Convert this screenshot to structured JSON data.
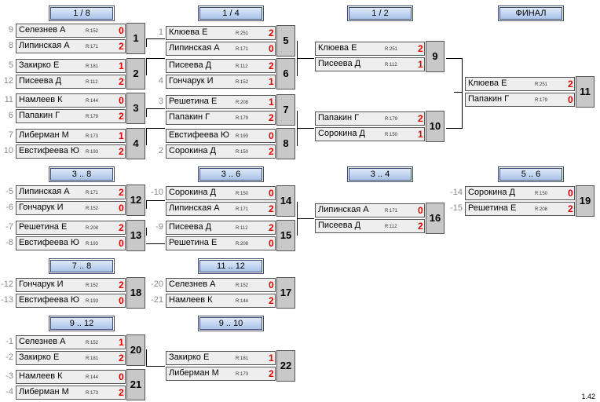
{
  "headers": {
    "r1_8": "1 / 8",
    "r1_4": "1 / 4",
    "r1_2": "1 / 2",
    "final": "ФИНАЛ",
    "p3_8": "3 .. 8",
    "p3_6": "3 .. 6",
    "p3_4": "3 .. 4",
    "p5_6": "5 .. 6",
    "p7_8": "7 .. 8",
    "p11_12": "11 .. 12",
    "p9_12": "9 .. 12",
    "p9_10": "9 .. 10"
  },
  "matches": {
    "m1": {
      "num": "1",
      "p1": {
        "src": "9",
        "name": "Селезнев А",
        "rating": "R:152",
        "score": "0"
      },
      "p2": {
        "src": "8",
        "name": "Липинская А",
        "rating": "R:171",
        "score": "2"
      }
    },
    "m2": {
      "num": "2",
      "p1": {
        "src": "5",
        "name": "Закирко Е",
        "rating": "R:181",
        "score": "1"
      },
      "p2": {
        "src": "12",
        "name": "Писеева Д",
        "rating": "R:112",
        "score": "2"
      }
    },
    "m3": {
      "num": "3",
      "p1": {
        "src": "11",
        "name": "Намлеев К",
        "rating": "R:144",
        "score": "0"
      },
      "p2": {
        "src": "6",
        "name": "Папакин Г",
        "rating": "R:179",
        "score": "2"
      }
    },
    "m4": {
      "num": "4",
      "p1": {
        "src": "7",
        "name": "Либерман М",
        "rating": "R:173",
        "score": "1"
      },
      "p2": {
        "src": "10",
        "name": "Евстифеева Ю",
        "rating": "R:193",
        "score": "2"
      }
    },
    "m5": {
      "num": "5",
      "p1": {
        "src": "1",
        "name": "Клюева Е",
        "rating": "R:251",
        "score": "2"
      },
      "p2": {
        "src": "",
        "name": "Липинская А",
        "rating": "R:171",
        "score": "0"
      }
    },
    "m6": {
      "num": "6",
      "p1": {
        "src": "",
        "name": "Писеева Д",
        "rating": "R:112",
        "score": "2"
      },
      "p2": {
        "src": "4",
        "name": "Гончарук И",
        "rating": "R:152",
        "score": "1"
      }
    },
    "m7": {
      "num": "7",
      "p1": {
        "src": "3",
        "name": "Решетина Е",
        "rating": "R:208",
        "score": "1"
      },
      "p2": {
        "src": "",
        "name": "Папакин Г",
        "rating": "R:179",
        "score": "2"
      }
    },
    "m8": {
      "num": "8",
      "p1": {
        "src": "",
        "name": "Евстифеева Ю",
        "rating": "R:193",
        "score": "0"
      },
      "p2": {
        "src": "2",
        "name": "Сорокина Д",
        "rating": "R:150",
        "score": "2"
      }
    },
    "m9": {
      "num": "9",
      "p1": {
        "src": "",
        "name": "Клюева Е",
        "rating": "R:251",
        "score": "2"
      },
      "p2": {
        "src": "",
        "name": "Писеева Д",
        "rating": "R:112",
        "score": "1"
      }
    },
    "m10": {
      "num": "10",
      "p1": {
        "src": "",
        "name": "Папакин Г",
        "rating": "R:179",
        "score": "2"
      },
      "p2": {
        "src": "",
        "name": "Сорокина Д",
        "rating": "R:150",
        "score": "1"
      }
    },
    "m11": {
      "num": "11",
      "p1": {
        "src": "",
        "name": "Клюева Е",
        "rating": "R:251",
        "score": "2"
      },
      "p2": {
        "src": "",
        "name": "Папакин Г",
        "rating": "R:179",
        "score": "0"
      }
    },
    "m12": {
      "num": "12",
      "p1": {
        "src": "-5",
        "name": "Липинская А",
        "rating": "R:171",
        "score": "2"
      },
      "p2": {
        "src": "-6",
        "name": "Гончарук И",
        "rating": "R:152",
        "score": "0"
      }
    },
    "m13": {
      "num": "13",
      "p1": {
        "src": "-7",
        "name": "Решетина Е",
        "rating": "R:208",
        "score": "2"
      },
      "p2": {
        "src": "-8",
        "name": "Евстифеева Ю",
        "rating": "R:193",
        "score": "0"
      }
    },
    "m14": {
      "num": "14",
      "p1": {
        "src": "-10",
        "name": "Сорокина Д",
        "rating": "R:150",
        "score": "0"
      },
      "p2": {
        "src": "",
        "name": "Липинская А",
        "rating": "R:171",
        "score": "2"
      }
    },
    "m15": {
      "num": "15",
      "p1": {
        "src": "-9",
        "name": "Писеева Д",
        "rating": "R:112",
        "score": "2"
      },
      "p2": {
        "src": "",
        "name": "Решетина Е",
        "rating": "R:208",
        "score": "0"
      }
    },
    "m16": {
      "num": "16",
      "p1": {
        "src": "",
        "name": "Липинская А",
        "rating": "R:171",
        "score": "0"
      },
      "p2": {
        "src": "",
        "name": "Писеева Д",
        "rating": "R:112",
        "score": "2"
      }
    },
    "m19": {
      "num": "19",
      "p1": {
        "src": "-14",
        "name": "Сорокина Д",
        "rating": "R:150",
        "score": "0"
      },
      "p2": {
        "src": "-15",
        "name": "Решетина Е",
        "rating": "R:208",
        "score": "2"
      }
    },
    "m18": {
      "num": "18",
      "p1": {
        "src": "-12",
        "name": "Гончарук И",
        "rating": "R:152",
        "score": "2"
      },
      "p2": {
        "src": "-13",
        "name": "Евстифеева Ю",
        "rating": "R:193",
        "score": "0"
      }
    },
    "m17": {
      "num": "17",
      "p1": {
        "src": "-20",
        "name": "Селезнев А",
        "rating": "R:152",
        "score": "0"
      },
      "p2": {
        "src": "-21",
        "name": "Намлеев К",
        "rating": "R:144",
        "score": "2"
      }
    },
    "m20": {
      "num": "20",
      "p1": {
        "src": "-1",
        "name": "Селезнев А",
        "rating": "R:152",
        "score": "1"
      },
      "p2": {
        "src": "-2",
        "name": "Закирко Е",
        "rating": "R:181",
        "score": "2"
      }
    },
    "m21": {
      "num": "21",
      "p1": {
        "src": "-3",
        "name": "Намлеев К",
        "rating": "R:144",
        "score": "0"
      },
      "p2": {
        "src": "-4",
        "name": "Либерман М",
        "rating": "R:173",
        "score": "2"
      }
    },
    "m22": {
      "num": "22",
      "p1": {
        "src": "",
        "name": "Закирко Е",
        "rating": "R:181",
        "score": "1"
      },
      "p2": {
        "src": "",
        "name": "Либерман М",
        "rating": "R:173",
        "score": "2"
      }
    }
  },
  "version": "1.42"
}
